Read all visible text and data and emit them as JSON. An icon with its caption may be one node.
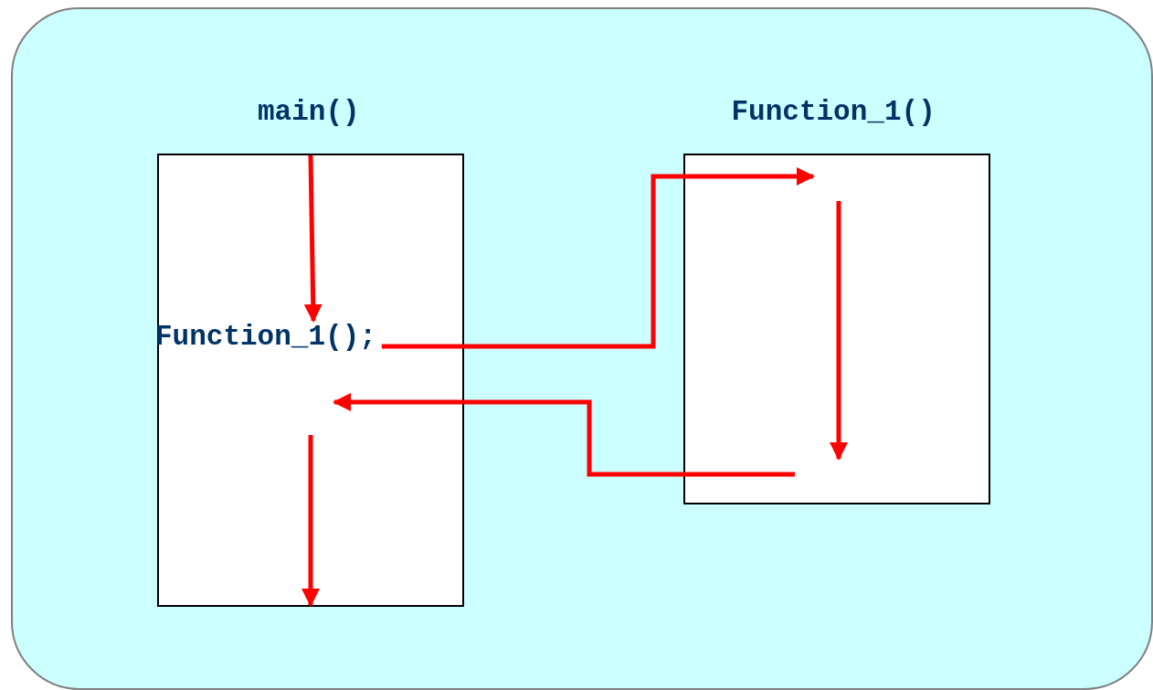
{
  "diagram": {
    "nodes": [
      {
        "text": [],
        "shape": "box"
      },
      {
        "text": [
          "main()"
        ],
        "in": 0
      },
      {
        "text": [
          "Function_1()"
        ],
        "in": 0
      },
      {
        "text": [
          "Function_1();"
        ],
        "in": 1
      }
    ],
    "edges": [
      {
        "from": 1,
        "to": 3,
        "arrow": "to"
      },
      {
        "from": 3,
        "to": 2,
        "arrow": "to"
      },
      {
        "from": null,
        "to": 2,
        "arrow": "to"
      },
      {
        "from": 2,
        "to": null,
        "arrow": "to"
      },
      {
        "from": null,
        "to": 1,
        "arrow": "to"
      }
    ]
  }
}
